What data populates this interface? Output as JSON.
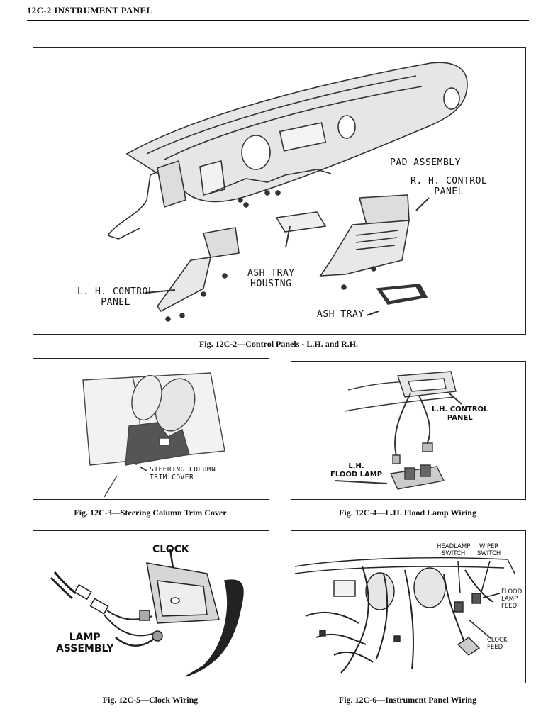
{
  "header": {
    "title": "12C-2  INSTRUMENT PANEL"
  },
  "fig2": {
    "caption": "Fig. 12C-2—Control Panels - L.H. and R.H.",
    "labels": {
      "pad_assembly": "PAD ASSEMBLY",
      "rh_control_1": "R. H. CONTROL",
      "rh_control_2": "PANEL",
      "ash_tray_housing_1": "ASH TRAY",
      "ash_tray_housing_2": "HOUSING",
      "lh_control_1": "L. H. CONTROL",
      "lh_control_2": "PANEL",
      "ash_tray": "ASH TRAY"
    }
  },
  "fig3": {
    "caption": "Fig. 12C-3—Steering Column Trim Cover",
    "labels": {
      "line1": "STEERING COLUMN",
      "line2": "TRIM COVER"
    }
  },
  "fig4": {
    "caption": "Fig. 12C-4—L.H. Flood Lamp Wiring",
    "labels": {
      "lh_control_1": "L.H. CONTROL",
      "lh_control_2": "PANEL",
      "flood_1": "L.H.",
      "flood_2": "FLOOD LAMP"
    }
  },
  "fig5": {
    "caption": "Fig. 12C-5—Clock Wiring",
    "labels": {
      "clock": "CLOCK",
      "lamp_1": "LAMP",
      "lamp_2": "ASSEMBLY"
    }
  },
  "fig6": {
    "caption": "Fig. 12C-6—Instrument Panel Wiring",
    "labels": {
      "headlamp_1": "HEADLAMP",
      "headlamp_2": "SWITCH",
      "wiper_1": "WIPER",
      "wiper_2": "SWITCH",
      "flood_1": "FLOOD",
      "flood_2": "LAMP",
      "flood_3": "FEED",
      "clock_1": "CLOCK",
      "clock_2": "FEED"
    }
  }
}
